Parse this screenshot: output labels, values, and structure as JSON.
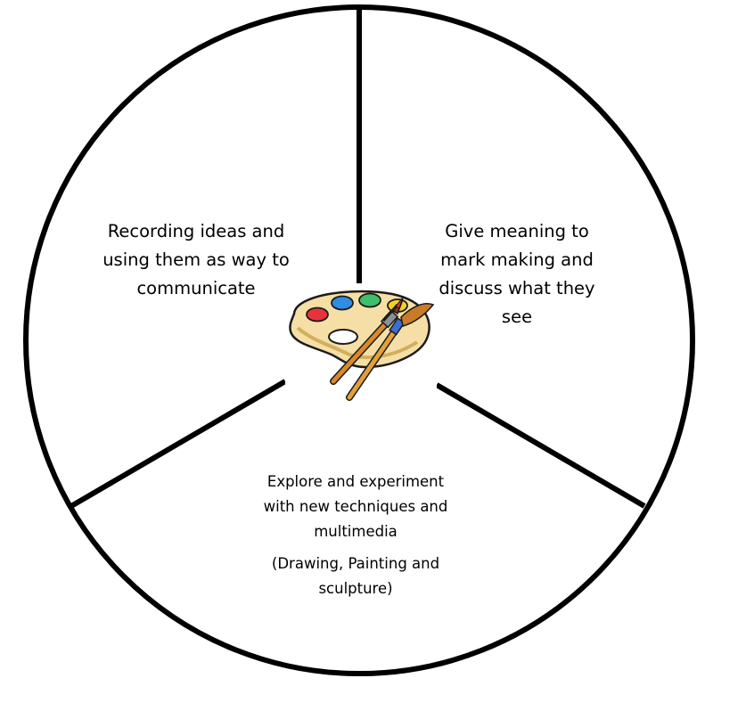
{
  "segments": {
    "left": {
      "lines": [
        "Recording ideas and",
        "using them as way to",
        "communicate"
      ]
    },
    "right": {
      "lines": [
        "Give meaning to",
        "mark making and",
        "discuss what they",
        "see"
      ]
    },
    "bottom": {
      "lines": [
        "Explore and experiment",
        "with new techniques and",
        "multimedia"
      ],
      "note_lines": [
        "(Drawing, Painting and",
        "sculpture)"
      ]
    }
  },
  "center_icon": "paint-palette-with-brushes-icon",
  "colors": {
    "outline": "#000000",
    "palette_fill": "#f6dfa6",
    "palette_edge": "#c9a24e",
    "paint_red": "#e8323c",
    "paint_blue": "#2f8de4",
    "paint_green": "#3fbf6a",
    "paint_yellow": "#f5d21e",
    "brush_handle": "#d9892a"
  }
}
